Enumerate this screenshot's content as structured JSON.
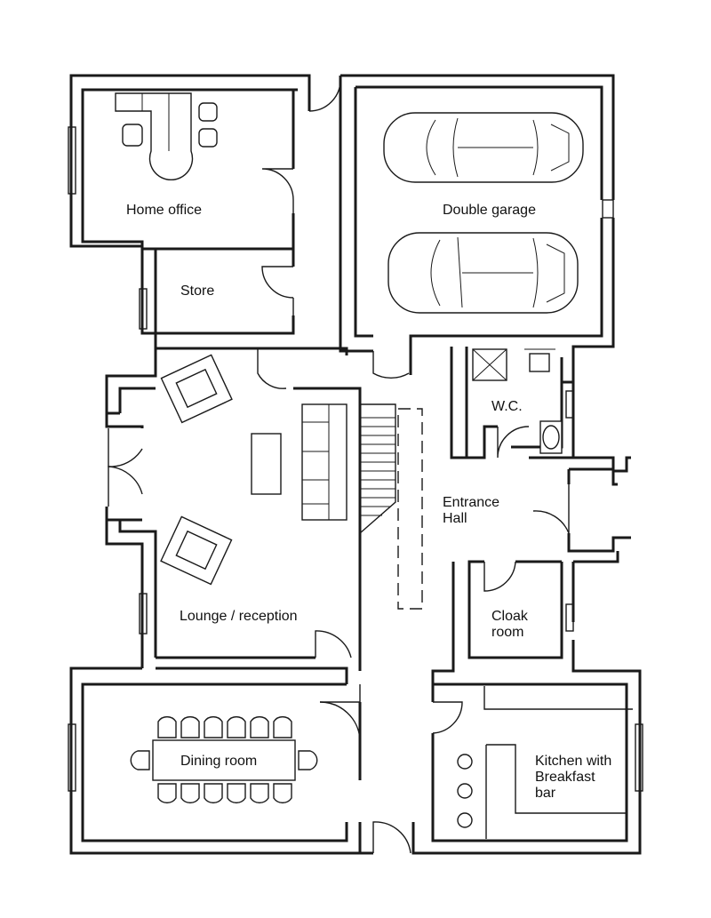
{
  "plan": {
    "rooms": {
      "home_office": "Home office",
      "double_garage": "Double garage",
      "store": "Store",
      "wc": "W.C.",
      "entrance_hall_line1": "Entrance",
      "entrance_hall_line2": "Hall",
      "lounge": "Lounge / reception",
      "cloak_line1": "Cloak",
      "cloak_line2": "room",
      "dining": "Dining room",
      "kitchen_line1": "Kitchen with",
      "kitchen_line2": "Breakfast",
      "kitchen_line3": "bar"
    },
    "icons": [
      "car-icon",
      "car-icon",
      "desk-icon",
      "chair-icon",
      "sofa-icon",
      "armchair-icon",
      "dining-table-icon",
      "stairs-icon",
      "toilet-icon",
      "sink-icon",
      "hob-icon",
      "door-swing-icon",
      "window-icon"
    ]
  }
}
